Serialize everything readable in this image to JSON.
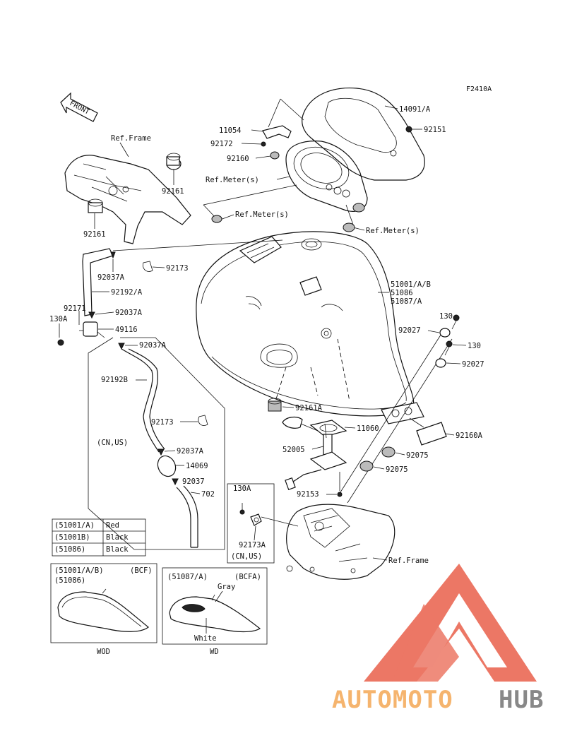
{
  "diagram": {
    "code": "F2410A",
    "front_label": "FRONT",
    "labels": {
      "p14091": "14091/A",
      "p92151": "92151",
      "p11054": "11054",
      "p92172": "92172",
      "p92160": "92160",
      "ref_meter_1": "Ref.Meter(s)",
      "ref_meter_2": "Ref.Meter(s)",
      "ref_meter_3": "Ref.Meter(s)",
      "ref_frame_1": "Ref.Frame",
      "ref_frame_2": "Ref.Frame",
      "p92161_a": "92161",
      "p92161_b": "92161",
      "p92037A_1": "92037A",
      "p92173_1": "92173",
      "p92192A": "92192/A",
      "p92171": "92171",
      "p130A_1": "130A",
      "p92037A_2": "92037A",
      "p49116": "49116",
      "p92037A_3": "92037A",
      "p92192B": "92192B",
      "p92173_2": "92173",
      "cn_us_1": "(CN,US)",
      "p92037A_4": "92037A",
      "p14069": "14069",
      "p92037": "92037",
      "p702": "702",
      "p51001_1": "51001/A/B",
      "p51086": "51086",
      "p51087": "51087/A",
      "p130_1": "130",
      "p92027_1": "92027",
      "p130_2": "130",
      "p92027_2": "92027",
      "p92161A": "92161A",
      "p11060": "11060",
      "p92160A": "92160A",
      "p52005": "52005",
      "p92075_1": "92075",
      "p92075_2": "92075",
      "p92153": "92153",
      "p130A_2": "130A",
      "p92173A": "92173A",
      "cn_us_2": "(CN,US)"
    },
    "color_table": [
      {
        "code": "(51001/A)",
        "color": "Red"
      },
      {
        "code": "(51001B)",
        "color": "Black"
      },
      {
        "code": "(51086)",
        "color": "Black"
      }
    ],
    "variant_wod": {
      "line1": "(51001/A/B)",
      "tag": "(BCF)",
      "line2": "(51086)",
      "caption": "WOD"
    },
    "variant_wd": {
      "line1": "(51087/A)",
      "tag": "(BCFA)",
      "gray": "Gray",
      "white": "White",
      "caption": "WD"
    }
  },
  "watermark": {
    "text_a": "AUTOMOTO",
    "text_b": "HUB",
    "color_red": "#e8563f",
    "color_orange": "#f3a24a",
    "color_gray": "#6b6b6b"
  }
}
